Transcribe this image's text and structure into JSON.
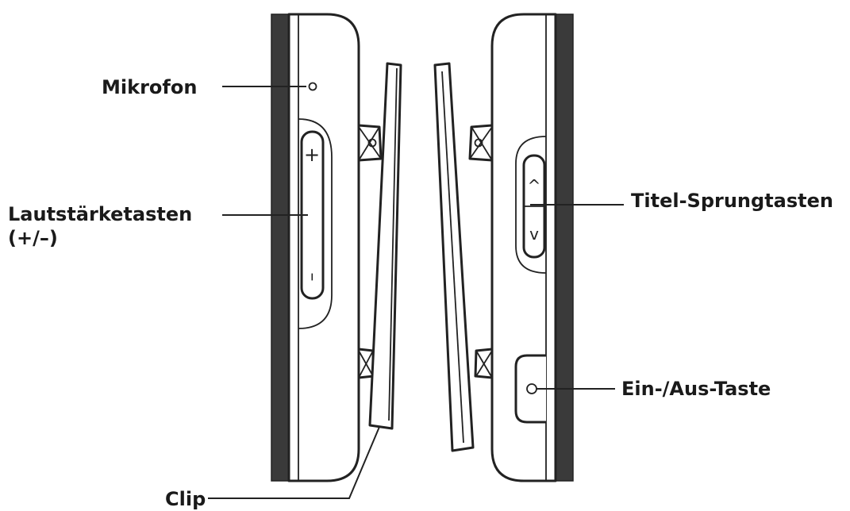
{
  "labels": {
    "microphone": "Mikrofon",
    "volume_keys": "Lautstärketasten",
    "volume_keys_sub": "(+/–)",
    "track_skip_keys": "Titel-Sprungtasten",
    "power_key": "Ein-/Aus-Taste",
    "clip": "Clip"
  },
  "button_glyphs": {
    "volume_plus": "+",
    "volume_minus": "–",
    "skip_up": "^",
    "skip_down": "v"
  },
  "colors": {
    "line": "#222222",
    "band": "#3a3a3a",
    "text": "#1a1a1a"
  }
}
